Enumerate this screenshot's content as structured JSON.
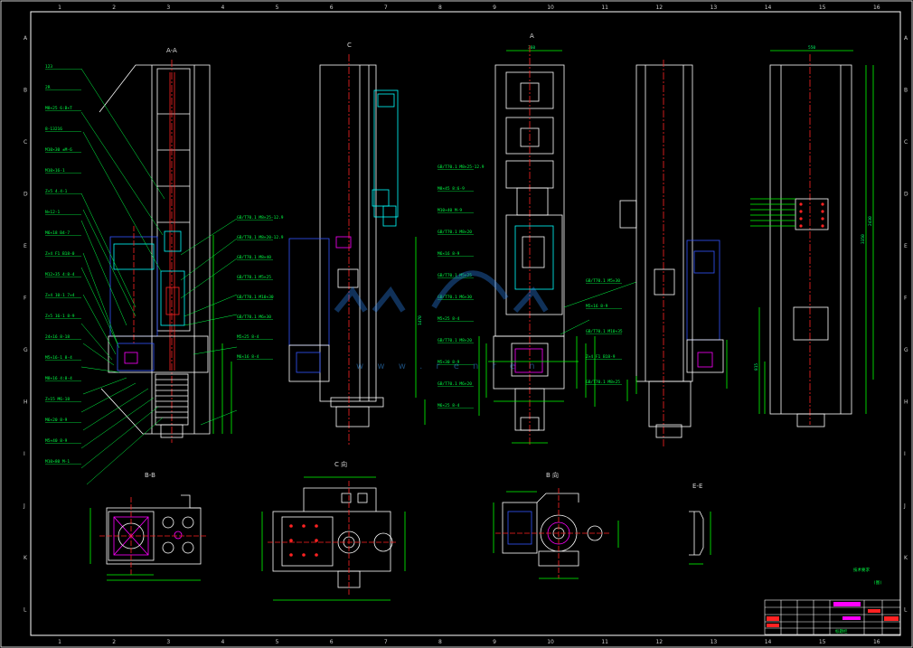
{
  "drawing": {
    "colors": {
      "background": "#000000",
      "frame": "#ffffff",
      "outline": "#ffffff",
      "dimension": "#00ff00",
      "centerline": "#ff2222",
      "hidden": "#00ffff",
      "motor": "#3355ff",
      "detail": "#ff00ff",
      "leader": "#00ff44",
      "watermark": "#2f8cff"
    },
    "columns": [
      "1",
      "2",
      "3",
      "4",
      "5",
      "6",
      "7",
      "8",
      "9",
      "10",
      "11",
      "12",
      "13",
      "14",
      "15",
      "16"
    ],
    "rows": [
      "A",
      "B",
      "C",
      "D",
      "E",
      "F",
      "G",
      "H",
      "I",
      "J",
      "K",
      "L"
    ],
    "section_labels": {
      "aa": "A-A",
      "c": "C",
      "a": "A",
      "bb": "B-B",
      "c_view": "C 向",
      "b_view": "B 向",
      "ee": "E-E"
    },
    "watermark_text": "w w w . r e n r e n",
    "top_dims": {
      "a_width": "360",
      "right_width": "550"
    },
    "side_dims": {
      "right_total": "3350",
      "right_upper": "2430",
      "right_lower": "815",
      "mid_height": "1470"
    },
    "left_notes": [
      "123",
      "2R",
      "M8×25 6:B×T",
      "8-13216",
      "M10×30 ±M-6",
      "M10×16-1",
      "Z×5 4.4-1",
      "N×12-1",
      "M6×18 B4-7",
      "Z×4 F1 B18-0",
      "M12×35 4:8-4",
      "Z×4 10-1 7+4",
      "Z×5 16-1 8-9",
      "24×16 8-18",
      "M5×16-1 8-4",
      "M8×16 4:8-4",
      "Z×15 M6-18",
      "M6×20 8-9",
      "M5×40 8-9",
      "M10×80 M-1"
    ],
    "mid_notes": [
      "GB/T70.1 M8×25-12.9",
      "GB/T70.1 M8×20-12.9",
      "GB/T70.1 M8×40",
      "GB/T70.1 M5×25",
      "GB/T70.1 M10×30",
      "GB/T70.1 M6×30",
      "M5×25 8-4",
      "M6×16 8-4"
    ],
    "right_notes": [
      "GB/T70.1 M8×25-12.9",
      "M8×45 8:6-9",
      "M10×40 M-9",
      "GB/T70.1 M8×20",
      "M6×16 8-9",
      "GB/T70.1 M5×25",
      "GB/T70.1 M6×30",
      "M5×25 8-4",
      "GB/T70.1 M8×20",
      "M5×30 8-9",
      "GB/T70.1 M6×20",
      "M6×25 8-4"
    ],
    "far_notes": [
      "GB/T70.1 M5×30",
      "M5×16 8-9",
      "GB/T70.1 M10×35",
      "Z×4 F1 B18-9",
      "GB/T70.1 M8×25"
    ],
    "tech_note": "技术要求",
    "tech_sub": "(图)",
    "title_block": {
      "label": "标题栏"
    }
  }
}
